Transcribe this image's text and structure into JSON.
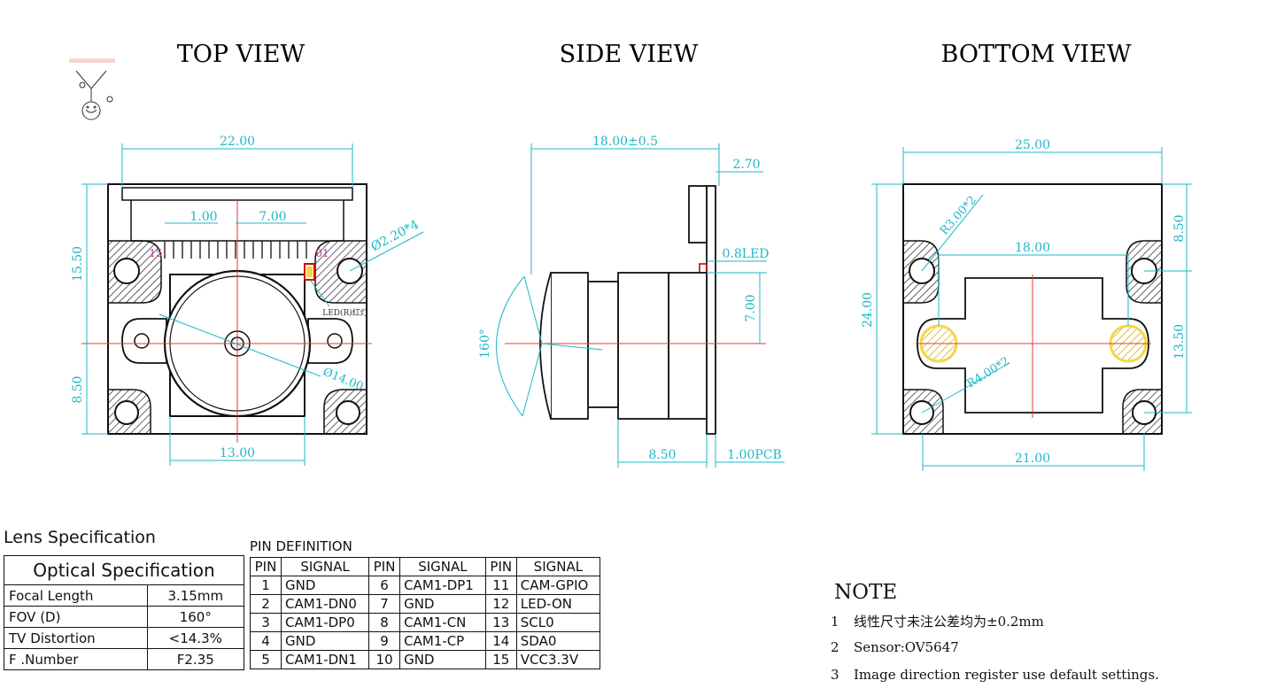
{
  "views": {
    "top": "TOP VIEW",
    "side": "SIDE VIEW",
    "bottom": "BOTTOM VIEW"
  },
  "top_view_dims": {
    "width": "22.00",
    "pin_pitch": "1.00",
    "pin_span": "7.00",
    "height_upper": "15.50",
    "height_lower": "8.50",
    "bottom_width": "13.00",
    "hole": "Ø2.20*4",
    "lens": "Ø14.00",
    "pin15": "15",
    "pin01": "01",
    "led_label": "LED(R)红灯"
  },
  "side_view_dims": {
    "length": "18.00±0.5",
    "top_offset": "2.70",
    "led": "0.8LED",
    "height": "7.00",
    "angle": "160°",
    "lens_body": "8.50",
    "pcb": "1.00PCB"
  },
  "bottom_view_dims": {
    "width": "25.00",
    "radius_top": "R3.00*2",
    "height_top": "8.50",
    "height_total": "24.00",
    "hole_spacing": "18.00",
    "height_right": "13.50",
    "radius_bottom": "R4.00*2",
    "width_bottom": "21.00"
  },
  "lens_spec": {
    "title": "Lens Specification",
    "header": "Optical Specification",
    "rows": [
      {
        "label": "Focal Length",
        "value": "3.15mm"
      },
      {
        "label": "FOV (D)",
        "value": "160°"
      },
      {
        "label": "TV Distortion",
        "value": "<14.3%"
      },
      {
        "label": "F .Number",
        "value": "F2.35"
      }
    ]
  },
  "pin_def": {
    "title": "PIN DEFINITION",
    "headers": [
      "PIN",
      "SIGNAL",
      "PIN",
      "SIGNAL",
      "PIN",
      "SIGNAL"
    ],
    "rows": [
      [
        "1",
        "GND",
        "6",
        "CAM1-DP1",
        "11",
        "CAM-GPIO"
      ],
      [
        "2",
        "CAM1-DN0",
        "7",
        "GND",
        "12",
        "LED-ON"
      ],
      [
        "3",
        "CAM1-DP0",
        "8",
        "CAM1-CN",
        "13",
        "SCL0"
      ],
      [
        "4",
        "GND",
        "9",
        "CAM1-CP",
        "14",
        "SDA0"
      ],
      [
        "5",
        "CAM1-DN1",
        "10",
        "GND",
        "15",
        "VCC3.3V"
      ]
    ]
  },
  "note": {
    "title": "NOTE",
    "items": [
      {
        "n": "1",
        "text": "线性尺寸未注公差均为±0.2mm"
      },
      {
        "n": "2",
        "text": "Sensor:OV5647"
      },
      {
        "n": "3",
        "text": "Image direction register use default settings."
      }
    ]
  },
  "colors": {
    "dimension": "#1fb7c6",
    "centerline": "#e53935",
    "hatch": "#222222",
    "pin_label": "#d0329e",
    "mount_hole": "#f5d742"
  }
}
